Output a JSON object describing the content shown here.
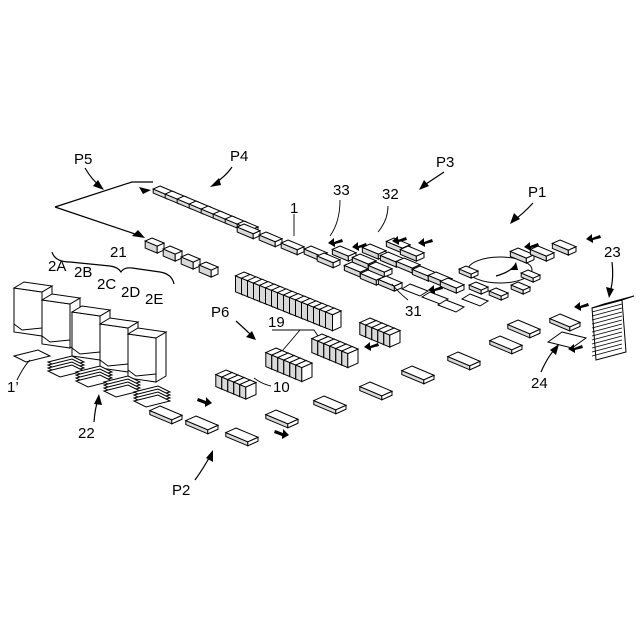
{
  "labels": {
    "p1": "P1",
    "p2": "P2",
    "p3": "P3",
    "p4": "P4",
    "p5": "P5",
    "p6": "P6",
    "n1": "1",
    "n1p": "1’",
    "n2a": "2A",
    "n2b": "2B",
    "n2c": "2C",
    "n2d": "2D",
    "n2e": "2E",
    "n10": "10",
    "n19": "19",
    "n21": "21",
    "n22": "22",
    "n23": "23",
    "n24": "24",
    "n31": "31",
    "n32": "32",
    "n33": "33"
  }
}
